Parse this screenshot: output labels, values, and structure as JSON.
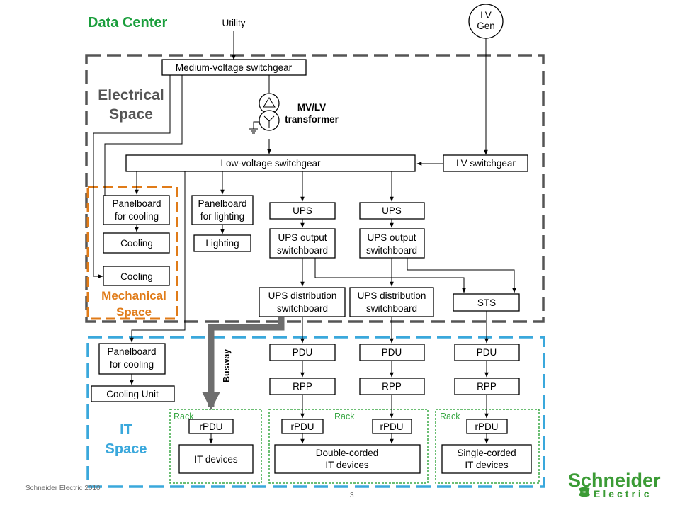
{
  "title": "Data Center",
  "sources": {
    "utility": "Utility",
    "lv_gen_line1": "LV",
    "lv_gen_line2": "Gen"
  },
  "zones": {
    "electrical": [
      "Electrical",
      "Space"
    ],
    "mechanical": [
      "Mechanical",
      "Space"
    ],
    "it": [
      "IT",
      "Space"
    ]
  },
  "components": {
    "mv_switchgear": "Medium-voltage switchgear",
    "transformer": [
      "MV/LV",
      "transformer"
    ],
    "lv_main_switchgear": "Low-voltage switchgear",
    "lv_gen_switchgear": "LV switchgear",
    "panelboard_cooling": [
      "Panelboard",
      "for cooling"
    ],
    "cooling_1": "Cooling",
    "cooling_2": "Cooling",
    "panelboard_lighting": [
      "Panelboard",
      "for lighting"
    ],
    "lighting": "Lighting",
    "ups_1": "UPS",
    "ups_2": "UPS",
    "ups_output_1": [
      "UPS output",
      "switchboard"
    ],
    "ups_output_2": [
      "UPS output",
      "switchboard"
    ],
    "ups_distribution_1": [
      "UPS distribution",
      "switchboard"
    ],
    "ups_distribution_2": [
      "UPS distribution",
      "switchboard"
    ],
    "sts": "STS",
    "panelboard_cooling_it": [
      "Panelboard",
      "for cooling"
    ],
    "cooling_unit": "Cooling Unit",
    "pdu_1": "PDU",
    "pdu_2": "PDU",
    "pdu_3": "PDU",
    "rpp_1": "RPP",
    "rpp_2": "RPP",
    "rpp_3": "RPP",
    "rpdu_1": "rPDU",
    "rpdu_2": "rPDU",
    "rpdu_3": "rPDU",
    "rpdu_4": "rPDU",
    "it_devices": "IT devices",
    "double_corded": [
      "Double-corded",
      "IT devices"
    ],
    "single_corded": [
      "Single-corded",
      "IT devices"
    ]
  },
  "racks": [
    "Rack",
    "Rack",
    "Rack"
  ],
  "busway": "Busway",
  "footer": {
    "company": "Schneider Electric 2010",
    "page_number": "3"
  },
  "logo": {
    "line1": "Schneider",
    "line2": "Electric"
  },
  "colors": {
    "title_green": "#1a9e3c",
    "electrical_gray": "#555555",
    "mechanical_orange": "#e07b18",
    "it_blue": "#3aa8dc",
    "rack_green": "#3aa845",
    "busway_gray": "#6e6e6e",
    "logo_green": "#3b9b35"
  }
}
